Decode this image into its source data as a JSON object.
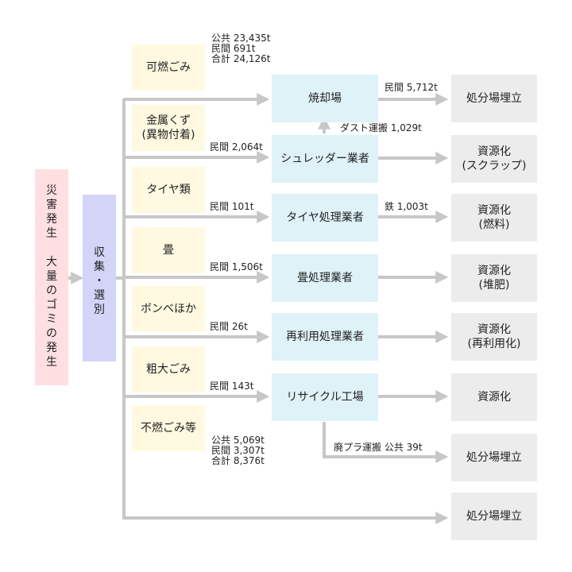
{
  "source": {
    "col1": [
      "災",
      "害",
      "発",
      "生"
    ],
    "col2": [
      "大",
      "量",
      "の",
      "ゴ",
      "ミ",
      "の",
      "発",
      "生"
    ]
  },
  "collect": [
    "収",
    "集",
    "・",
    "選",
    "別"
  ],
  "categories": {
    "combustible": "可燃ごみ",
    "metal_1": "金属くず",
    "metal_2": "(異物付着)",
    "tire": "タイヤ類",
    "tatami": "畳",
    "cylinder": "ボンベほか",
    "bulky": "粗大ごみ",
    "noncombustible": "不燃ごみ等"
  },
  "processors": {
    "incinerator": "焼却場",
    "shredder": "シュレッダー業者",
    "tire": "タイヤ処理業者",
    "tatami": "畳処理業者",
    "reuse": "再利用処理業者",
    "recycle": "リサイクル工場"
  },
  "destinations": {
    "landfill_1": "処分場埋立",
    "scrap_1": "資源化",
    "scrap_2": "(スクラップ)",
    "fuel_1": "資源化",
    "fuel_2": "(燃料)",
    "compost_1": "資源化",
    "compost_2": "(堆肥)",
    "reuse_1": "資源化",
    "reuse_2": "(再利用化)",
    "resource": "資源化",
    "landfill_2": "処分場埋立",
    "landfill_3": "処分場埋立"
  },
  "amounts": {
    "combustible": "公共 23,435t\n民間 691t\n合計 24,126t",
    "metal": "民間 2,064t",
    "tire": "民間 101t",
    "tatami": "民間 1,506t",
    "cylinder": "民間 26t",
    "bulky": "民間 143t",
    "noncombustible": "公共 5,069t\n民間 3,307t\n合計 8,376t",
    "incin_out": "民間 5,712t",
    "dust": "ダスト運搬 1,029t",
    "iron": "鉄 1,003t",
    "plastic": "廃プラ運搬 公共 39t"
  },
  "colors": {
    "line": "#c7c7c7",
    "source": "#ffdfe2",
    "collect": "#d4d4f8",
    "category": "#fff9e1",
    "process": "#dff2f8",
    "destination": "#ececec"
  }
}
